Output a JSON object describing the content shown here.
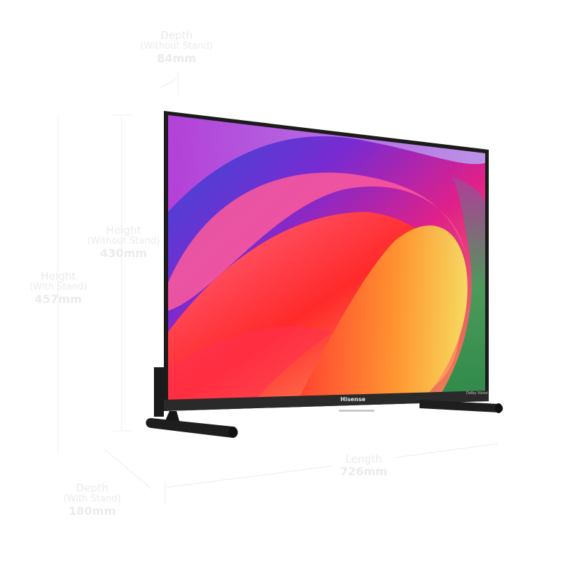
{
  "product": {
    "brand": "Hisense",
    "badge": "Dolby Vision",
    "colors": {
      "bezel": "#1a1a1a",
      "stand": "#1c1c1c",
      "annotation": "#ebebeb"
    }
  },
  "dimensions": {
    "depth_without_stand": {
      "title": "Depth",
      "subtitle": "(Without Stand)",
      "value": "84mm"
    },
    "height_without_stand": {
      "title": "Height",
      "subtitle": "(Without Stand)",
      "value": "430mm"
    },
    "height_with_stand": {
      "title": "Height",
      "subtitle": "(With Stand)",
      "value": "457mm"
    },
    "depth_with_stand": {
      "title": "Depth",
      "subtitle": "(With Stand)",
      "value": "180mm"
    },
    "length": {
      "title": "Length",
      "value": "726mm"
    }
  }
}
